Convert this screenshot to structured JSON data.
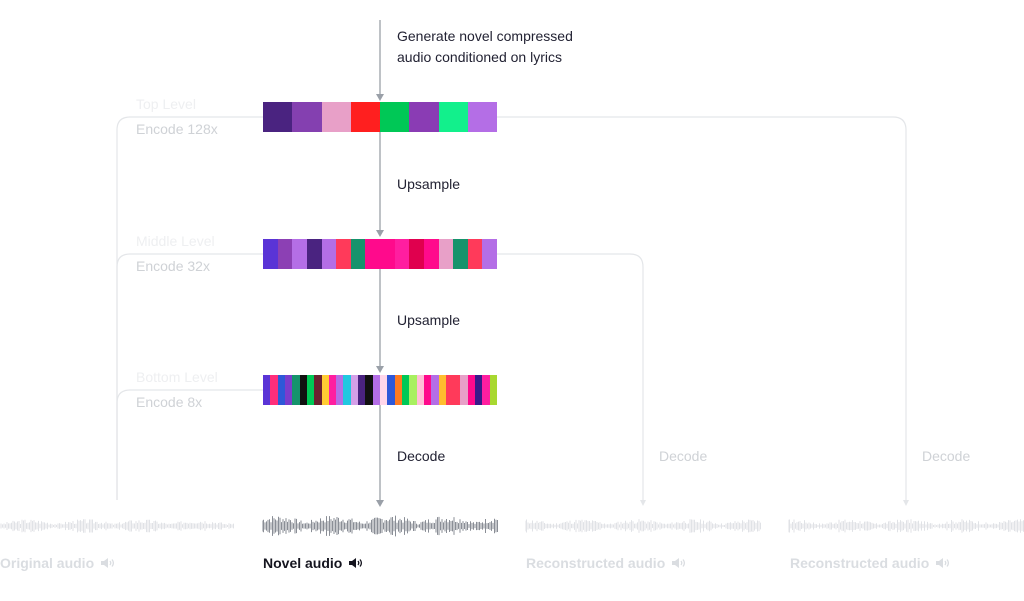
{
  "generate_label": [
    "Generate novel compressed",
    "audio conditioned on lyrics"
  ],
  "steps": {
    "upsample_1": "Upsample",
    "upsample_2": "Upsample",
    "decode_main": "Decode"
  },
  "side_decode": {
    "middle": "Decode",
    "top": "Decode"
  },
  "levels": {
    "top": {
      "name": "Top Level",
      "encode": "Encode 128x"
    },
    "middle": {
      "name": "Middle Level",
      "encode": "Encode 32x"
    },
    "bottom": {
      "name": "Bottom Level",
      "encode": "Encode 8x"
    }
  },
  "token_colors": {
    "top": [
      "#4a2380",
      "#8440b0",
      "#e8a0c8",
      "#ff1f1f",
      "#00c856",
      "#8a3cb4",
      "#12f08c",
      "#b46ee6"
    ],
    "middle": [
      "#5a34d6",
      "#8c40b4",
      "#b46ee6",
      "#4a2380",
      "#b46ee6",
      "#ff3a5a",
      "#16936c",
      "#ff0a8c",
      "#ff0a8c",
      "#ff1ea0",
      "#e0004e",
      "#ff0a8c",
      "#e8a0c8",
      "#16936c",
      "#ff3a5a",
      "#b46ee6"
    ],
    "bottom": [
      "#5a34d6",
      "#ff2e7a",
      "#2e58d8",
      "#7a3ccc",
      "#16936c",
      "#111111",
      "#00c856",
      "#6b2130",
      "#ffcc33",
      "#ff1ea0",
      "#b46ee6",
      "#20c8e0",
      "#d4a0e8",
      "#4a2380",
      "#111111",
      "#b46ee6",
      "#ffd6ea",
      "#2e58d8",
      "#ff7a1f",
      "#00c856",
      "#a8f060",
      "#ffc0d8",
      "#ff0a8c",
      "#b46ee6",
      "#ffbd2e",
      "#ff3a5a",
      "#ff3a5a",
      "#e8a0c8",
      "#ff0a8c",
      "#3a1a8a",
      "#ff1ea0",
      "#a8d830"
    ]
  },
  "audio": [
    {
      "label": "Original audio",
      "state": "faded"
    },
    {
      "label": "Novel audio",
      "state": "active"
    },
    {
      "label": "Reconstructed audio",
      "state": "faded"
    },
    {
      "label": "Reconstructed audio",
      "state": "faded"
    }
  ],
  "icons": {
    "speaker": "speaker-icon"
  },
  "colors": {
    "text": "#222233",
    "faded_text": "#cfd2d6",
    "line": "#e4e6e9",
    "arrow": "#9aa0a8",
    "wave_active": "#8a8e96",
    "wave_faded": "#e0e2e6"
  }
}
